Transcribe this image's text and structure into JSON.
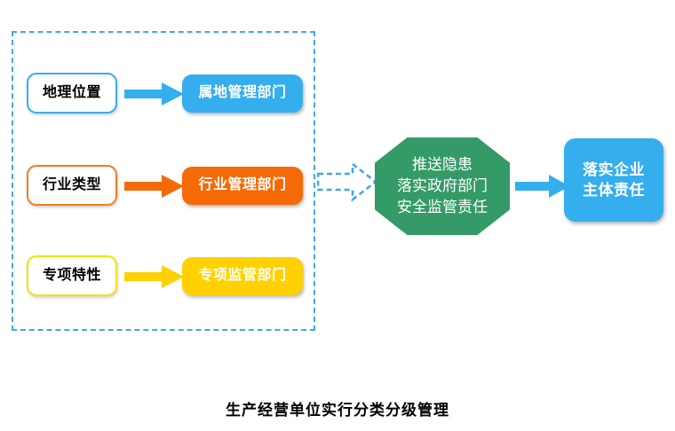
{
  "diagram": {
    "caption": "生产经营单位实行分类分级管理",
    "group": {
      "name": "classification-group",
      "border_color": "#3FA9E8",
      "border_style": "dashed"
    },
    "rows": [
      {
        "id": "row-location",
        "accent": "#35AEEE",
        "source_label": "地理位置",
        "arrow_color": "#35AEEE",
        "target_label": "属地管理部门"
      },
      {
        "id": "row-industry",
        "accent": "#F56A07",
        "source_label": "行业类型",
        "arrow_color": "#F56A07",
        "target_label": "行业管理部门"
      },
      {
        "id": "row-special",
        "accent": "#FFD100",
        "source_label": "专项特性",
        "arrow_color": "#FFD100",
        "target_label": "专项监管部门"
      }
    ],
    "link_arrow": {
      "style": "dashed-outline",
      "color": "#3FA9E8"
    },
    "hub": {
      "shape": "octagon",
      "color": "#349A67",
      "text": "推送隐患\n落实政府部门\n安全监管责任",
      "lines": [
        "推送隐患",
        "落实政府部门",
        "安全监管责任"
      ]
    },
    "hub_arrow": {
      "color": "#35AEEE"
    },
    "outcome": {
      "color": "#35AEEE",
      "text": "落实企业\n主体责任",
      "lines": [
        "落实企业",
        "主体责任"
      ]
    }
  }
}
